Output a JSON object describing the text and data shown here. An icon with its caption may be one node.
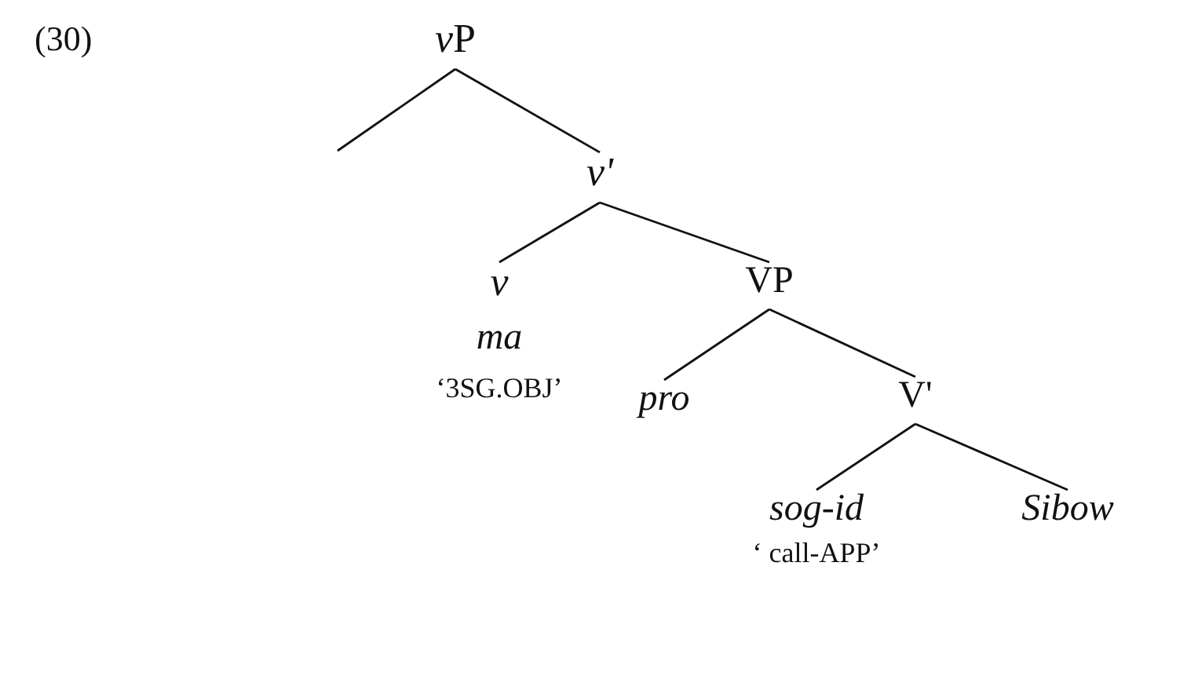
{
  "diagram": {
    "nodes": [
      {
        "text": [
          "vP"
        ]
      },
      {
        "text": [
          "v'"
        ]
      },
      {
        "text": [
          "v",
          "ma",
          "‘3SG.OBJ’"
        ]
      },
      {
        "text": [
          "VP"
        ]
      },
      {
        "text": [
          "pro"
        ]
      },
      {
        "text": [
          "V'"
        ]
      },
      {
        "text": [
          "sog-id",
          "‘ call-APP’"
        ]
      },
      {
        "text": [
          "Sibow"
        ]
      }
    ],
    "edges": [
      {
        "from": 0,
        "to": null,
        "arrow": "none"
      },
      {
        "from": 0,
        "to": 1,
        "arrow": "none"
      },
      {
        "from": 1,
        "to": 2,
        "arrow": "none"
      },
      {
        "from": 1,
        "to": 3,
        "arrow": "none"
      },
      {
        "from": 3,
        "to": 4,
        "arrow": "none"
      },
      {
        "from": 3,
        "to": 5,
        "arrow": "none"
      },
      {
        "from": 5,
        "to": 6,
        "arrow": "none"
      },
      {
        "from": 5,
        "to": 7,
        "arrow": "none"
      }
    ],
    "labels": [
      "(30)"
    ]
  }
}
